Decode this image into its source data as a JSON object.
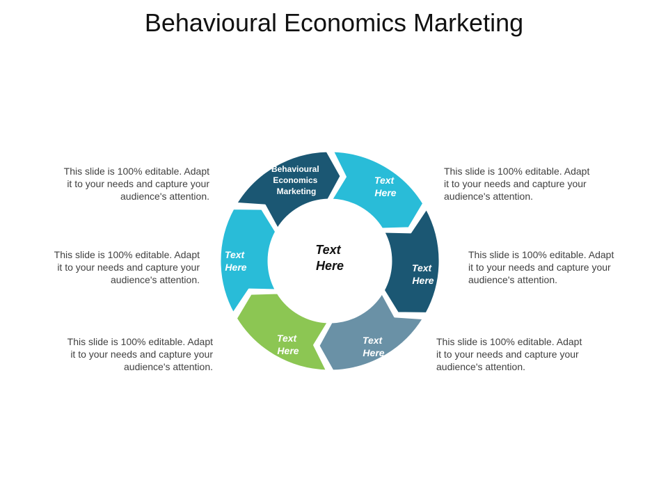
{
  "title": "Behavioural Economics Marketing",
  "center": {
    "line1": "Text",
    "line2": "Here"
  },
  "segments": [
    {
      "id": "top",
      "label_lines": [
        "Behavioural",
        "Economics",
        "Marketing"
      ],
      "color": "#1B5773"
    },
    {
      "id": "upper-right",
      "label_lines": [
        "Text",
        "Here"
      ],
      "color": "#29BCD8"
    },
    {
      "id": "lower-right",
      "label_lines": [
        "Text",
        "Here"
      ],
      "color": "#1B5773"
    },
    {
      "id": "bottom-right",
      "label_lines": [
        "Text",
        "Here"
      ],
      "color": "#6A91A6"
    },
    {
      "id": "bottom-left",
      "label_lines": [
        "Text",
        "Here"
      ],
      "color": "#8CC653"
    },
    {
      "id": "upper-left",
      "label_lines": [
        "Text",
        "Here"
      ],
      "color": "#29BCD8"
    }
  ],
  "descriptions": {
    "left_top": [
      "This slide is 100% editable. Adapt",
      "it to your needs and capture your",
      "audience's attention."
    ],
    "left_middle": [
      "This slide is 100% editable. Adapt",
      "it to your needs and capture your",
      "audience's attention."
    ],
    "left_bottom": [
      "This slide is 100% editable. Adapt",
      "it to your needs and capture your",
      "audience's attention."
    ],
    "right_top": [
      "This slide is 100% editable. Adapt",
      "it to your needs and capture your",
      "audience's attention."
    ],
    "right_middle": [
      "This slide is 100% editable. Adapt",
      "it to your needs and capture your",
      "audience's attention."
    ],
    "right_bottom": [
      "This slide is 100% editable. Adapt",
      "it to your needs and capture your",
      "audience's attention."
    ]
  }
}
